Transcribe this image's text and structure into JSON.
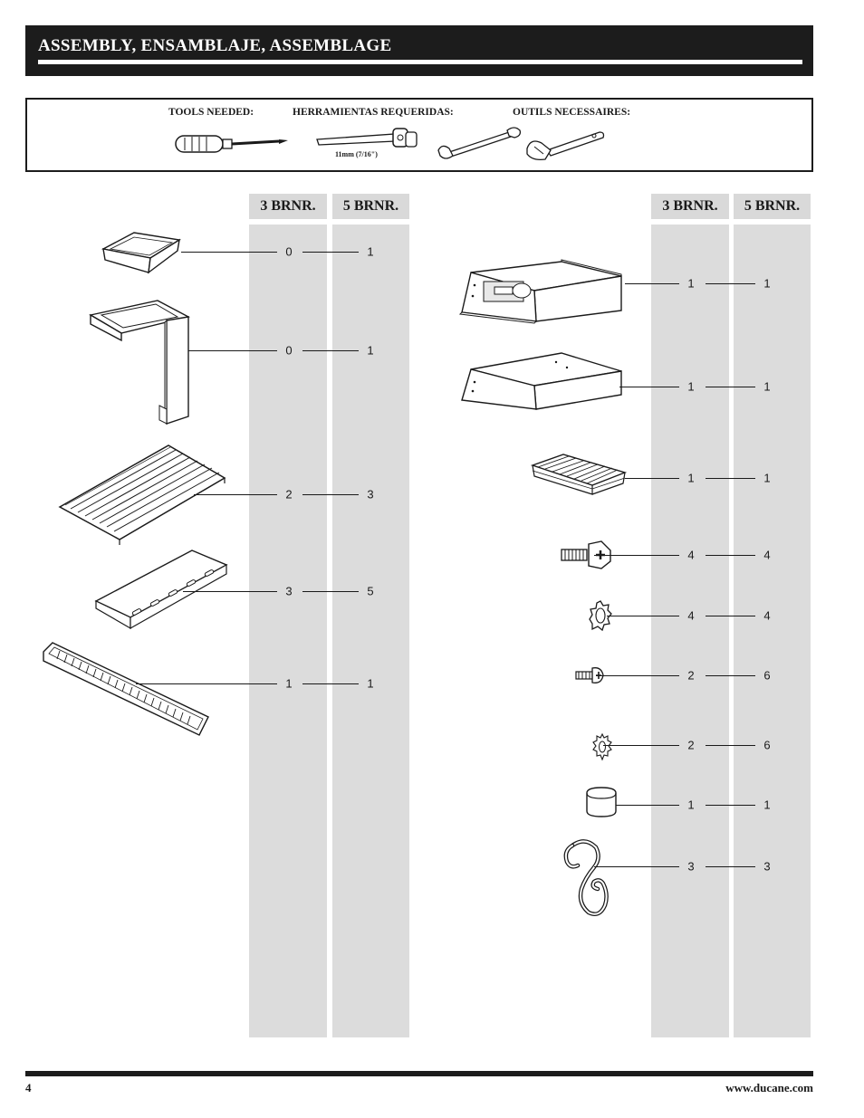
{
  "header": {
    "title": "ASSEMBLY, ENSAMBLAJE, ASSEMBLAGE"
  },
  "tools": {
    "label_en": "TOOLS NEEDED:",
    "label_es": "HERRAMIENTAS REQUERIDAS:",
    "label_fr": "OUTILS NECESSAIRES:",
    "socket_note": "11mm (7/16\")",
    "icons": [
      "screwdriver-icon",
      "socket-wrench-icon",
      "open-end-wrench-icon",
      "adjustable-wrench-icon"
    ]
  },
  "columns": {
    "three": "3 BRNR.",
    "five": "5 BRNR."
  },
  "left_parts": [
    {
      "name": "grease-tray",
      "q3": "0",
      "q5": "1"
    },
    {
      "name": "grease-tray-bracket",
      "q3": "0",
      "q5": "1"
    },
    {
      "name": "cooking-grid",
      "q3": "2",
      "q5": "3"
    },
    {
      "name": "heat-tent",
      "q3": "3",
      "q5": "5"
    },
    {
      "name": "rear-panel",
      "q3": "1",
      "q5": "1"
    }
  ],
  "right_parts": [
    {
      "name": "firebox-with-burner",
      "q3": "1",
      "q5": "1"
    },
    {
      "name": "firebox-cover",
      "q3": "1",
      "q5": "1"
    },
    {
      "name": "warming-rack",
      "q3": "1",
      "q5": "1"
    },
    {
      "name": "hex-bolt",
      "q3": "4",
      "q5": "4"
    },
    {
      "name": "lock-washer",
      "q3": "4",
      "q5": "4"
    },
    {
      "name": "phillips-screw",
      "q3": "2",
      "q5": "6"
    },
    {
      "name": "star-washer",
      "q3": "2",
      "q5": "6"
    },
    {
      "name": "cap",
      "q3": "1",
      "q5": "1"
    },
    {
      "name": "s-hook",
      "q3": "3",
      "q5": "3"
    }
  ],
  "footer": {
    "page_number": "4",
    "url": "www.ducane.com"
  }
}
